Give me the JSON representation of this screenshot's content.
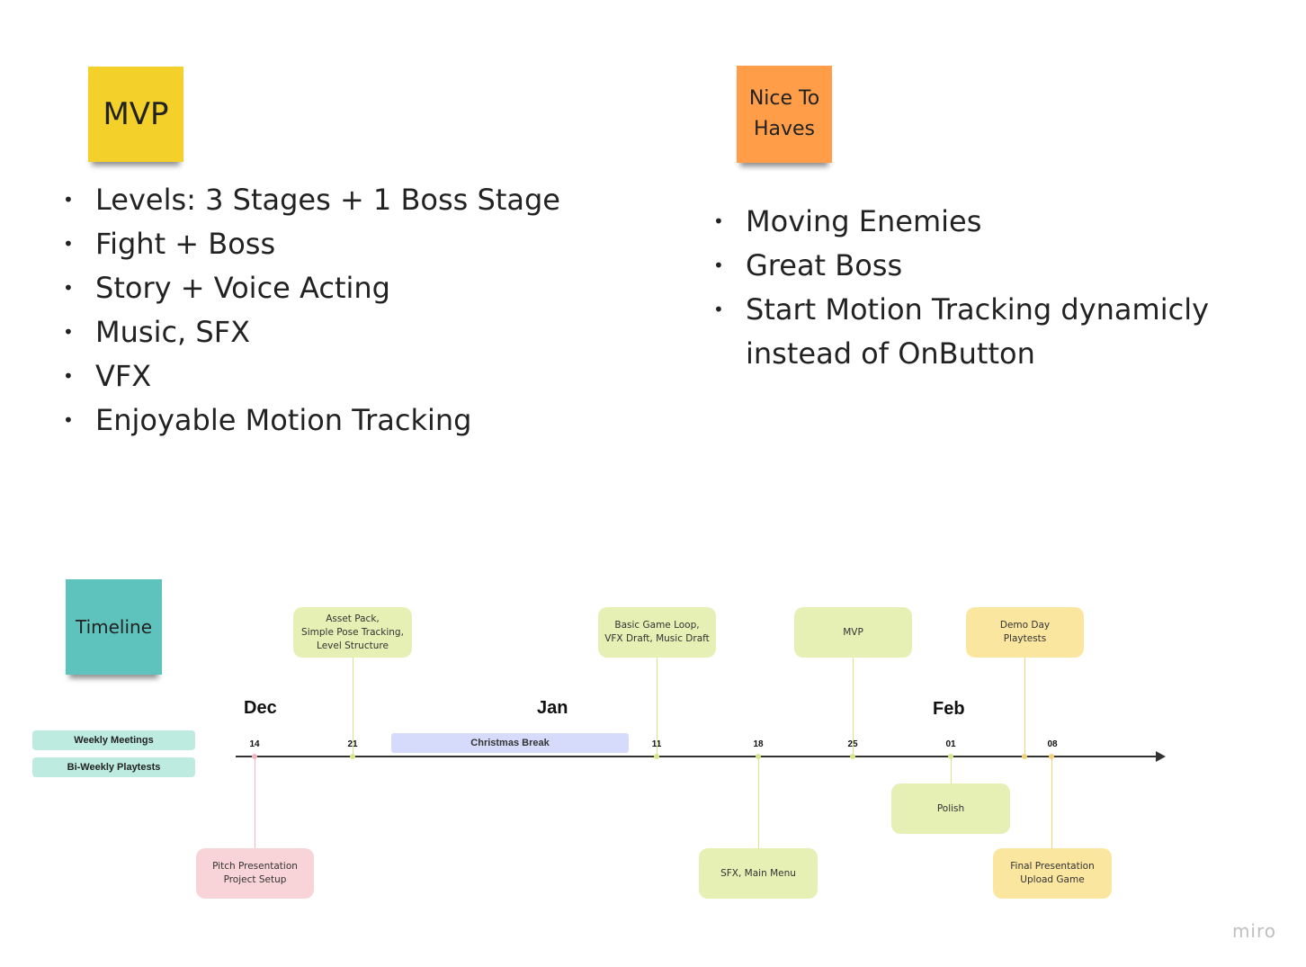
{
  "mvp": {
    "title": "MVP",
    "items": [
      "Levels: 3 Stages + 1 Boss Stage",
      "Fight + Boss",
      "Story + Voice Acting",
      "Music, SFX",
      "VFX",
      "Enjoyable Motion Tracking"
    ]
  },
  "nice_to_haves": {
    "title": "Nice To Haves",
    "items": [
      "Moving Enemies",
      "Great Boss",
      "Start Motion Tracking dynamicly instead of OnButton"
    ]
  },
  "timeline": {
    "title": "Timeline",
    "tags": [
      "Weekly Meetings",
      "Bi-Weekly Playtests"
    ],
    "months": [
      "Dec",
      "Jan",
      "Feb"
    ],
    "ticks": [
      "14",
      "21",
      "11",
      "18",
      "25",
      "01",
      "08"
    ],
    "break_label": "Christmas Break",
    "milestones": [
      "Asset Pack,\nSimple Pose Tracking,\nLevel Structure",
      "Basic Game Loop,\nVFX Draft, Music Draft",
      "MVP",
      "Demo Day\nPlaytests",
      "Pitch Presentation\nProject Setup",
      "SFX, Main Menu",
      "Polish",
      "Final Presentation\nUpload Game"
    ]
  },
  "colors": {
    "mvp_note": "#f3d02a",
    "nice_note": "#ff9d48",
    "timeline_note": "#5ec3bd",
    "milestone_green": "#e6efb4",
    "milestone_yellow": "#fbe6a0",
    "milestone_pink": "#f8d4d8",
    "break_bar": "#d6dbfb",
    "tag": "#bdebdf"
  },
  "brand": "miro"
}
